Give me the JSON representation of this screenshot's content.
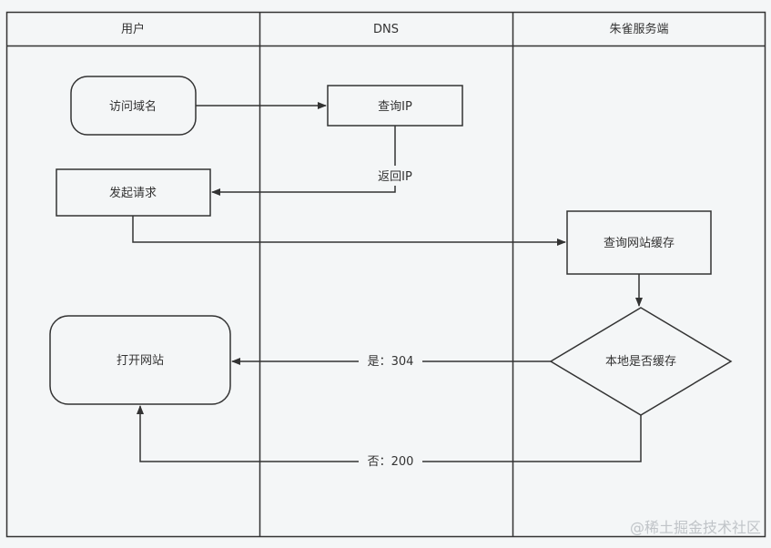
{
  "lanes": {
    "user": "用户",
    "dns": "DNS",
    "server": "朱雀服务端"
  },
  "nodes": {
    "visit_domain": "访问域名",
    "query_ip": "查询IP",
    "send_request": "发起请求",
    "query_cache": "查询网站缓存",
    "local_cache": "本地是否缓存",
    "open_site": "打开网站"
  },
  "edges": {
    "return_ip": "返回IP",
    "yes_304": "是：304",
    "no_200": "否：200"
  },
  "watermark": "@稀土掘金技术社区",
  "colors": {
    "line": "#333333",
    "background": "#f4f6f7"
  }
}
